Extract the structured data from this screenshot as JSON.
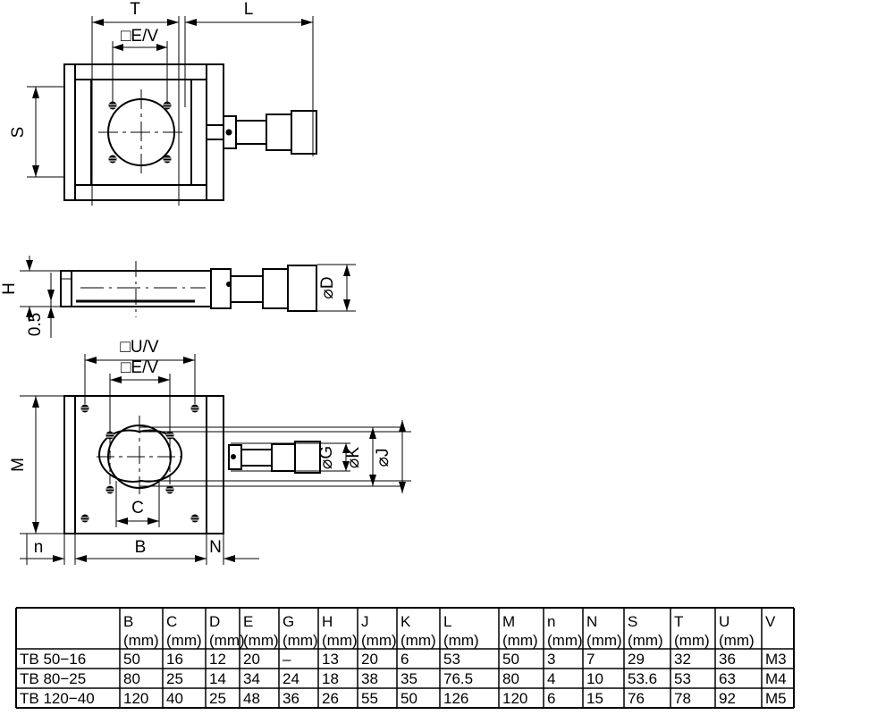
{
  "drawing": {
    "title": "TB series torque transducer dimensional drawing",
    "views": [
      {
        "name": "top-view",
        "label": ""
      },
      {
        "name": "side-view",
        "label": ""
      },
      {
        "name": "front-view",
        "label": ""
      }
    ],
    "dimension_labels": {
      "top_view": [
        "T",
        "L",
        "□E/V",
        "S"
      ],
      "side_view": [
        "H",
        "0.5",
        "⌀D"
      ],
      "front_view": [
        "□U/V",
        "□E/V",
        "M",
        "C",
        "n",
        "B",
        "N",
        "⌀G",
        "⌀K",
        "⌀J"
      ]
    },
    "labels": {
      "T": "T",
      "L": "L",
      "S": "S",
      "E_V": "□E/V",
      "U_V": "□U/V",
      "H": "H",
      "zero_five": "0.5",
      "dia_D": "⌀D",
      "M": "M",
      "C": "C",
      "n": "n",
      "B": "B",
      "N": "N",
      "dia_G": "⌀G",
      "dia_K": "⌀K",
      "dia_J": "⌀J"
    },
    "line_color": "#000000",
    "background_color": "#ffffff"
  },
  "table": {
    "corner_header": "",
    "columns": [
      {
        "symbol": "B",
        "unit": "(mm)"
      },
      {
        "symbol": "C",
        "unit": "(mm)"
      },
      {
        "symbol": "D",
        "unit": "(mm)"
      },
      {
        "symbol": "E",
        "unit": "(mm)"
      },
      {
        "symbol": "G",
        "unit": "(mm)"
      },
      {
        "symbol": "H",
        "unit": "(mm)"
      },
      {
        "symbol": "J",
        "unit": "(mm)"
      },
      {
        "symbol": "K",
        "unit": "(mm)"
      },
      {
        "symbol": "L",
        "unit": "(mm)"
      },
      {
        "symbol": "M",
        "unit": "(mm)"
      },
      {
        "symbol": "n",
        "unit": "(mm)"
      },
      {
        "symbol": "N",
        "unit": "(mm)"
      },
      {
        "symbol": "S",
        "unit": "(mm)"
      },
      {
        "symbol": "T",
        "unit": "(mm)"
      },
      {
        "symbol": "U",
        "unit": "(mm)"
      },
      {
        "symbol": "V",
        "unit": ""
      }
    ],
    "rows": [
      {
        "model": "TB 50−16",
        "values": [
          "50",
          "16",
          "12",
          "20",
          "–",
          "13",
          "20",
          "6",
          "53",
          "50",
          "3",
          "7",
          "29",
          "32",
          "36",
          "M3"
        ]
      },
      {
        "model": "TB 80−25",
        "values": [
          "80",
          "25",
          "14",
          "34",
          "24",
          "18",
          "38",
          "35",
          "76.5",
          "80",
          "4",
          "10",
          "53.6",
          "53",
          "63",
          "M4"
        ]
      },
      {
        "model": "TB 120−40",
        "values": [
          "120",
          "40",
          "25",
          "48",
          "36",
          "26",
          "55",
          "50",
          "126",
          "120",
          "6",
          "15",
          "76",
          "78",
          "92",
          "M5"
        ]
      }
    ]
  }
}
